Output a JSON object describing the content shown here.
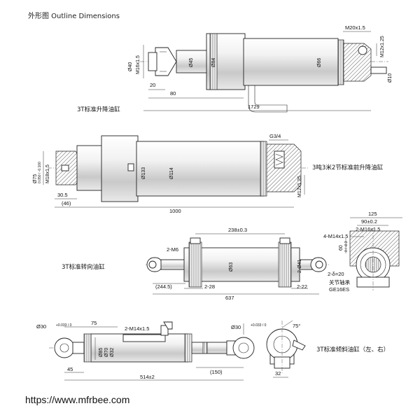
{
  "title": "外形图   Outline Dimensions",
  "watermark": "https://www.mfrbee.com",
  "drawing1": {
    "caption": "3T标准升降油缸",
    "dims": {
      "d40": "Ø40",
      "m16": "M16x1.5",
      "d45": "Ø45",
      "d84": "Ø84",
      "d66": "Ø66",
      "m20": "M20x1.5",
      "m12": "M12x1.25",
      "d10": "Ø10",
      "l20": "20",
      "l80": "80",
      "l1729": "1729"
    }
  },
  "drawing2": {
    "caption": "3吨3米2节标准前升降油缸",
    "dims": {
      "d75": "Ø75",
      "d75tol": "0.050 / -0.100",
      "m18": "M18x1.5",
      "g34": "G3/4",
      "d133": "Ø133",
      "d114": "Ø114",
      "m12": "M12x1.25",
      "l305": "30.5",
      "l46": "(46)",
      "l1000": "1000"
    }
  },
  "drawing3": {
    "caption": "3T标准转向油缸",
    "dims": {
      "m6": "2-M6",
      "d63": "Ø63",
      "d41": "2-Ø41",
      "r20": "2-δ=20",
      "bearing1": "关节轴承",
      "bearing2": "GE16ES",
      "l2445": "(244.5)",
      "l228": "2-28",
      "l222": "2-22",
      "l637": "637",
      "d23803": "238±0.3",
      "l125": "125",
      "l9002": "90±0.2",
      "m16x15": "2-M16x1.5",
      "m14x15": "4-M14x1.5",
      "l60": "60",
      "l60tol": "0 / -0.3"
    }
  },
  "drawing4": {
    "caption": "3T标准倾斜油缸（左、右）",
    "dims": {
      "d30": "Ø30",
      "d30tol": "+0.033 / 0",
      "l75": "75",
      "m14": "2-M14x1.5",
      "d85": "Ø85",
      "d70": "Ø70",
      "d32": "Ø32",
      "l45": "45",
      "l150": "(150)",
      "l5142": "514±2",
      "l32": "32",
      "a75": "75°"
    }
  }
}
